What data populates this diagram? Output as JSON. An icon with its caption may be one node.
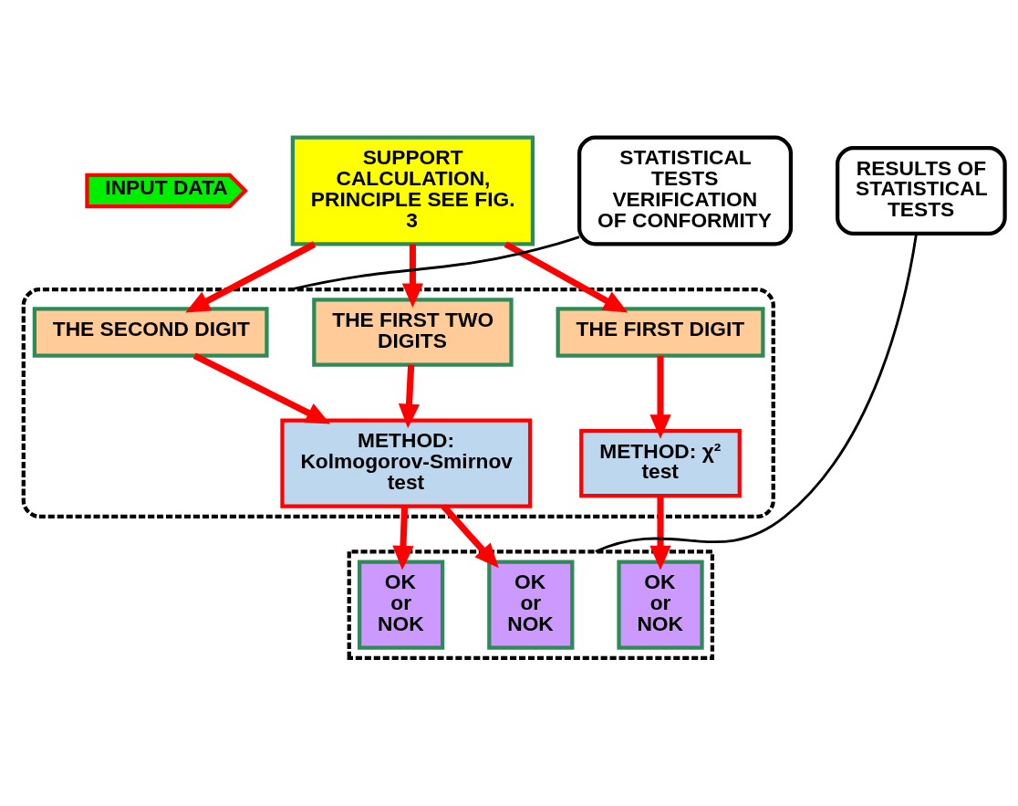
{
  "diagram": {
    "nodes": [
      {
        "text": [
          "INPUT DATA"
        ]
      },
      {
        "text": [
          "SUPPORT CALCULATION, PRINCIPLE SEE FIG. 3"
        ]
      },
      {
        "text": [
          "STATISTICAL TESTS VERIFICATION OF CONFORMITY"
        ]
      },
      {
        "text": [],
        "shape": "ellipse"
      },
      {
        "text": [
          "THE FIRST DIGIT"
        ],
        "in": 3
      },
      {
        "text": [
          "THE FIRST TWO DIGITS"
        ],
        "in": 3
      },
      {
        "text": [
          "THE SECOND DIGIT"
        ],
        "in": 3
      },
      {
        "text": [
          "METHOD: χ² test"
        ],
        "in": 3
      },
      {
        "text": [
          "METHOD: Kolmogorov-Smirnov test"
        ],
        "in": 3
      },
      {
        "text": [
          "RESULTS OF STATISTICAL TESTS"
        ]
      },
      {
        "text": [],
        "shape": "box"
      },
      {
        "text": [
          "OK or NOK"
        ],
        "in": 10
      },
      {
        "text": [
          "OK or NOK"
        ],
        "in": 10
      },
      {
        "text": [
          "OK or NOK"
        ],
        "in": 10
      }
    ],
    "edges": [
      {
        "from": 1,
        "to": 4,
        "arrow": "to"
      },
      {
        "from": 1,
        "to": 5,
        "arrow": "to"
      },
      {
        "from": 1,
        "to": 6,
        "arrow": "to"
      },
      {
        "from": 4,
        "to": 7,
        "arrow": "to"
      },
      {
        "from": 5,
        "to": 8,
        "arrow": "to"
      },
      {
        "from": 6,
        "to": 8,
        "arrow": "to"
      },
      {
        "from": 7,
        "to": 11,
        "arrow": "to"
      },
      {
        "from": 8,
        "to": 12,
        "arrow": "to"
      },
      {
        "from": 8,
        "to": 13,
        "arrow": "to"
      },
      {
        "from": 2,
        "to": 3,
        "arrow": "none",
        "color": "#000000"
      },
      {
        "from": 9,
        "to": 10,
        "arrow": "none",
        "color": "#000000"
      }
    ]
  }
}
